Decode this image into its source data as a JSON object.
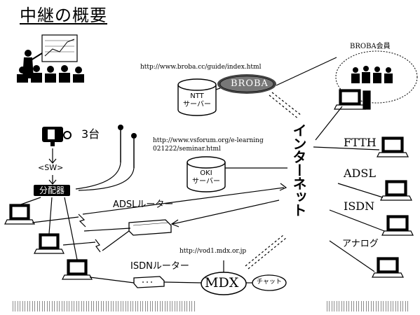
{
  "title": "中継の概要",
  "labels": {
    "broba_url": "http://www.broba.cc/guide/index.html",
    "broba": "BROBA",
    "broba_members": "BROBA会員",
    "ntt_server_line1": "NTT",
    "ntt_server_line2": "サーバー",
    "camera_count": "3台",
    "sw": "<SW>",
    "distributor": "分配器",
    "vsforum_url_line1": "http://www.vsforum.org/e-learning",
    "vsforum_url_line2": "021222/seminar.html",
    "oki_server_line1": "OKI",
    "oki_server_line2": "サーバー",
    "internet": "インターネット",
    "ftth": "FTTH",
    "adsl": "ADSL",
    "isdn": "ISDN",
    "analog": "アナログ",
    "adsl_router": "ADSLルーター",
    "isdn_router": "ISDNルーター",
    "vod_url": "http://vod1.mdx.or.jp",
    "mdx": "MDX",
    "chat": "チャット"
  },
  "colors": {
    "ink": "#000000",
    "paper": "#ffffff"
  }
}
